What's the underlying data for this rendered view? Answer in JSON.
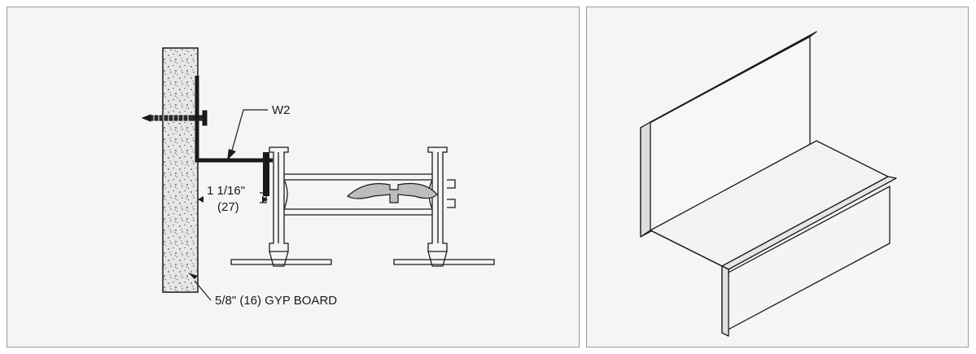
{
  "detail": {
    "callout_w2": "W2",
    "dimension_imperial": "1 1/16\"",
    "dimension_metric": "(27)",
    "board_label": "5/8\" (16) GYP BOARD"
  },
  "colors": {
    "panel_fill": "#f5f5f5",
    "border": "#9a9a9a",
    "ink": "#1a1a1a",
    "board_fill": "#e8e8e8"
  }
}
